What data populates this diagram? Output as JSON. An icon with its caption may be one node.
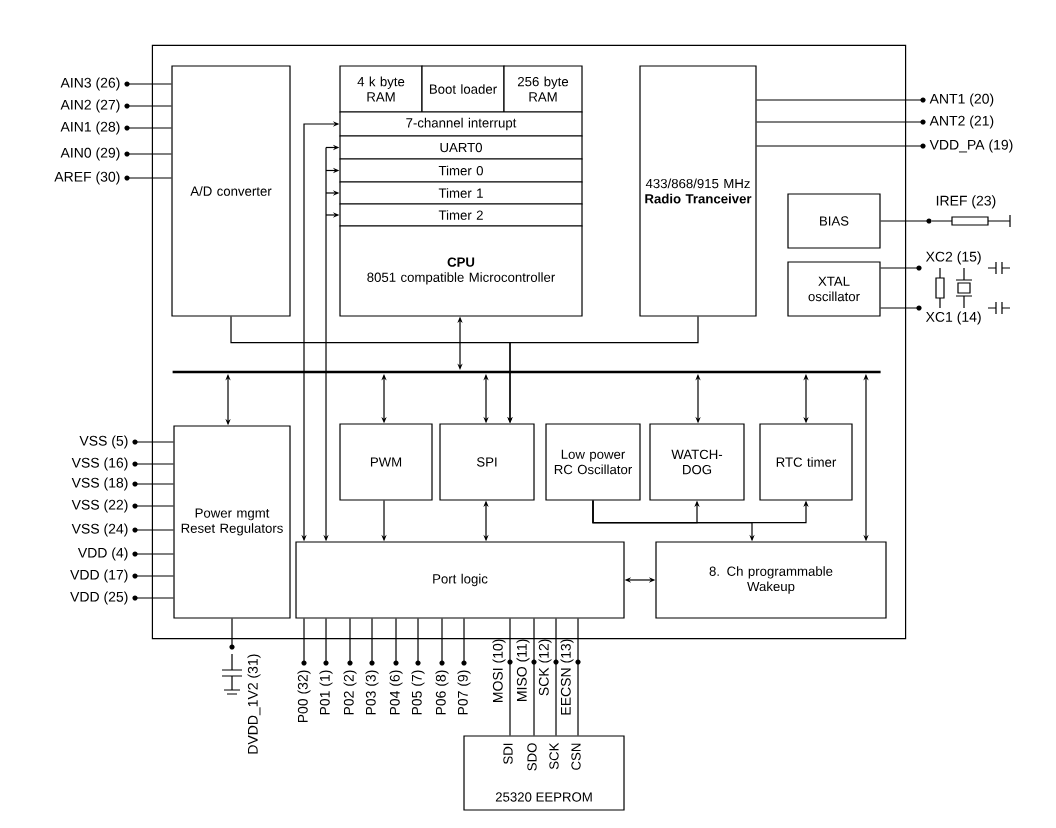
{
  "diagram": {
    "nodes": [
      {
        "text": [],
        "shape": "box"
      },
      {
        "text": [
          "A/D converter"
        ],
        "in": 0
      },
      {
        "text": [
          "4 k byte RAM"
        ],
        "in": 0
      },
      {
        "text": [
          "Boot loader"
        ],
        "in": 0
      },
      {
        "text": [
          "256 byte RAM"
        ],
        "in": 0
      },
      {
        "text": [
          "7-channel interrupt"
        ],
        "in": 0
      },
      {
        "text": [
          "UART0"
        ],
        "in": 0
      },
      {
        "text": [
          "Timer 0"
        ],
        "in": 0
      },
      {
        "text": [
          "Timer 1"
        ],
        "in": 0
      },
      {
        "text": [
          "Timer 2"
        ],
        "in": 0
      },
      {
        "text": [
          "CPU",
          "8051 compatible Microcontroller"
        ],
        "in": 0
      },
      {
        "text": [
          "433/868/915 MHz",
          "Radio Tranceiver"
        ],
        "in": 0
      },
      {
        "text": [
          "BIAS"
        ],
        "in": 0
      },
      {
        "text": [
          "XTAL oscillator"
        ],
        "in": 0
      },
      {
        "text": [],
        "shape": "bar",
        "in": 0
      },
      {
        "text": [
          "Power mgmt Reset Regulators"
        ],
        "in": 0
      },
      {
        "text": [
          "PWM"
        ],
        "in": 0
      },
      {
        "text": [
          "SPI"
        ],
        "in": 0
      },
      {
        "text": [
          "Low power RC Oscillator"
        ],
        "in": 0
      },
      {
        "text": [
          "WATCH-DOG"
        ],
        "in": 0
      },
      {
        "text": [
          "RTC timer"
        ],
        "in": 0
      },
      {
        "text": [
          "Port logic"
        ],
        "in": 0
      },
      {
        "text": [
          "8. Ch programmable Wakeup"
        ],
        "in": 0
      },
      {
        "text": [
          "AIN3 (26)"
        ]
      },
      {
        "text": [
          "AIN2 (27)"
        ]
      },
      {
        "text": [
          "AIN1 (28)"
        ]
      },
      {
        "text": [
          "AIN0 (29)"
        ]
      },
      {
        "text": [
          "AREF (30)"
        ]
      },
      {
        "text": [
          "ANT1 (20)"
        ]
      },
      {
        "text": [
          "ANT2 (21)"
        ]
      },
      {
        "text": [
          "VDD_PA (19)"
        ]
      },
      {
        "text": [
          "IREF (23)"
        ]
      },
      {
        "text": [
          "XC2 (15)"
        ]
      },
      {
        "text": [
          "XC1 (14)"
        ]
      },
      {
        "text": [
          "VSS (5)"
        ]
      },
      {
        "text": [
          "VSS (16)"
        ]
      },
      {
        "text": [
          "VSS (18)"
        ]
      },
      {
        "text": [
          "VSS (22)"
        ]
      },
      {
        "text": [
          "VSS (24)"
        ]
      },
      {
        "text": [
          "VDD (4)"
        ]
      },
      {
        "text": [
          "VDD (17)"
        ]
      },
      {
        "text": [
          "VDD (25)"
        ]
      },
      {
        "text": [
          "DVDD_1V2 (31)"
        ]
      },
      {
        "text": [
          "P00 (32)"
        ]
      },
      {
        "text": [
          "P01 (1)"
        ]
      },
      {
        "text": [
          "P02 (2)"
        ]
      },
      {
        "text": [
          "P03 (3)"
        ]
      },
      {
        "text": [
          "P04 (6)"
        ]
      },
      {
        "text": [
          "P05 (7)"
        ]
      },
      {
        "text": [
          "P06 (8)"
        ]
      },
      {
        "text": [
          "P07 (9)"
        ]
      },
      {
        "text": [
          "SDI",
          "SDO",
          "SCK",
          "CSN",
          "25320 EEPROM"
        ]
      }
    ],
    "edges": [
      {
        "from": 1,
        "to": 23,
        "arrow": "none"
      },
      {
        "from": 1,
        "to": 24,
        "arrow": "none"
      },
      {
        "from": 1,
        "to": 25,
        "arrow": "none"
      },
      {
        "from": 1,
        "to": 26,
        "arrow": "none"
      },
      {
        "from": 1,
        "to": 27,
        "arrow": "none"
      },
      {
        "from": 11,
        "to": 28,
        "arrow": "none"
      },
      {
        "from": 11,
        "to": 29,
        "arrow": "none"
      },
      {
        "from": 11,
        "to": 30,
        "arrow": "none"
      },
      {
        "from": 12,
        "to": 31,
        "arrow": "none"
      },
      {
        "from": 13,
        "to": 32,
        "arrow": "none"
      },
      {
        "from": 13,
        "to": 33,
        "arrow": "none"
      },
      {
        "from": 15,
        "to": 34,
        "arrow": "none"
      },
      {
        "from": 15,
        "to": 35,
        "arrow": "none"
      },
      {
        "from": 15,
        "to": 36,
        "arrow": "none"
      },
      {
        "from": 15,
        "to": 37,
        "arrow": "none"
      },
      {
        "from": 15,
        "to": 38,
        "arrow": "none"
      },
      {
        "from": 15,
        "to": 39,
        "arrow": "none"
      },
      {
        "from": 15,
        "to": 40,
        "arrow": "none"
      },
      {
        "from": 15,
        "to": 41,
        "arrow": "none"
      },
      {
        "from": 15,
        "to": 42,
        "arrow": "none"
      },
      {
        "from": 21,
        "to": 43,
        "arrow": "none"
      },
      {
        "from": 21,
        "to": 44,
        "arrow": "none"
      },
      {
        "from": 21,
        "to": 45,
        "arrow": "none"
      },
      {
        "from": 21,
        "to": 46,
        "arrow": "none"
      },
      {
        "from": 21,
        "to": 47,
        "arrow": "none"
      },
      {
        "from": 21,
        "to": 48,
        "arrow": "none"
      },
      {
        "from": 21,
        "to": 49,
        "arrow": "none"
      },
      {
        "from": 21,
        "to": 50,
        "arrow": "none"
      },
      {
        "from": 21,
        "to": 51,
        "arrow": "none"
      },
      {
        "from": 21,
        "to": 51,
        "arrow": "none"
      },
      {
        "from": 21,
        "to": 51,
        "arrow": "none"
      },
      {
        "from": 21,
        "to": 51,
        "arrow": "none"
      },
      {
        "from": 14,
        "to": 10,
        "arrow": "both"
      },
      {
        "from": 14,
        "to": 15,
        "arrow": "both"
      },
      {
        "from": 14,
        "to": 16,
        "arrow": "both"
      },
      {
        "from": 14,
        "to": 17,
        "arrow": "both"
      },
      {
        "from": 14,
        "to": 19,
        "arrow": "both"
      },
      {
        "from": 14,
        "to": 20,
        "arrow": "both"
      },
      {
        "from": 14,
        "to": 22,
        "arrow": "both"
      },
      {
        "from": 1,
        "to": 17,
        "arrow": "to"
      },
      {
        "from": 11,
        "to": 17,
        "arrow": "to"
      },
      {
        "from": 16,
        "to": 21,
        "arrow": "to"
      },
      {
        "from": 17,
        "to": 21,
        "arrow": "both"
      },
      {
        "from": 18,
        "to": 19,
        "arrow": "to"
      },
      {
        "from": 18,
        "to": 20,
        "arrow": "to"
      },
      {
        "from": 18,
        "to": 22,
        "arrow": "to"
      },
      {
        "from": 21,
        "to": 22,
        "arrow": "both"
      },
      {
        "from": 5,
        "to": 21,
        "arrow": "both"
      },
      {
        "from": 6,
        "to": 21,
        "arrow": "both"
      },
      {
        "from": 7,
        "to": 21,
        "arrow": "both"
      },
      {
        "from": 8,
        "to": 21,
        "arrow": "both"
      },
      {
        "from": 9,
        "to": 21,
        "arrow": "both"
      },
      {
        "from": 32,
        "to": 33,
        "arrow": "none"
      },
      {
        "from": 32,
        "to": 33,
        "arrow": "none"
      }
    ],
    "labels": [
      "MOSI (10)",
      "MISO (11)",
      "SCK (12)",
      "EECSN (13)"
    ]
  }
}
